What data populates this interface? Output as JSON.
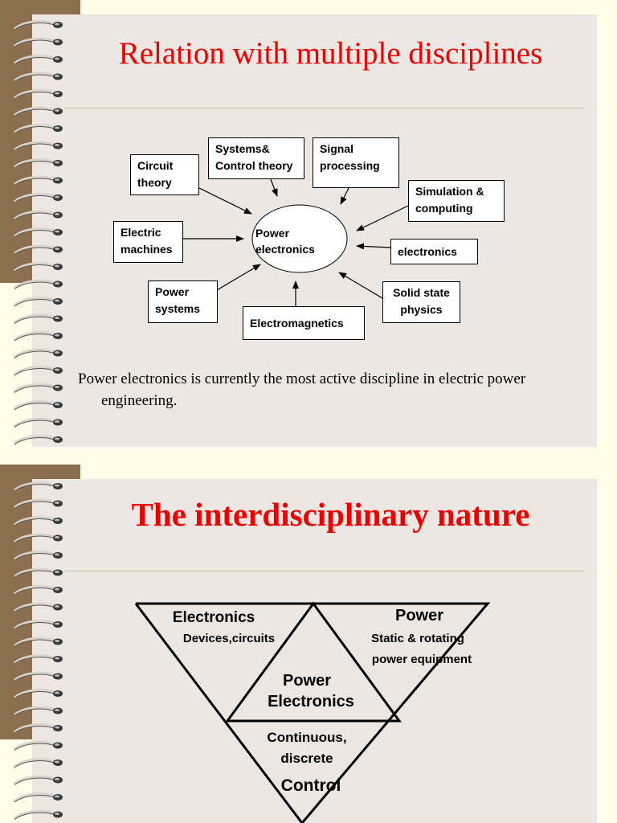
{
  "slide1": {
    "title": "Relation with multiple disciplines",
    "diagram": {
      "center": "Power\nelectronics",
      "nodes": {
        "circuit_theory": "Circuit\ntheory",
        "systems_control": "Systems&\nControl theory",
        "signal_processing": "Signal\nprocessing",
        "simulation": "Simulation &\ncomputing",
        "electric_machines": "Electric\nmachines",
        "electronics": "electronics",
        "power_systems": "Power\nsystems",
        "electromagnetics": "Electromagnetics",
        "solid_state": "Solid state\nphysics"
      }
    },
    "paragraph": "Power electronics is currently the most active discipline in electric power engineering."
  },
  "slide2": {
    "title": "The interdisciplinary nature",
    "triangle": {
      "left_title": "Electronics",
      "left_sub": "Devices,circuits",
      "right_title": "Power",
      "right_sub_1": "Static & rotating",
      "right_sub_2": "power equipment",
      "center_1": "Power",
      "center_2": "Electronics",
      "bottom_sub_1": "Continuous,",
      "bottom_sub_2": "discrete",
      "bottom_title": "Control"
    }
  },
  "colors": {
    "title": "#ee0000",
    "brown": "#8b6f4e",
    "panel": "#ece7e2",
    "background": "#fffde8"
  }
}
